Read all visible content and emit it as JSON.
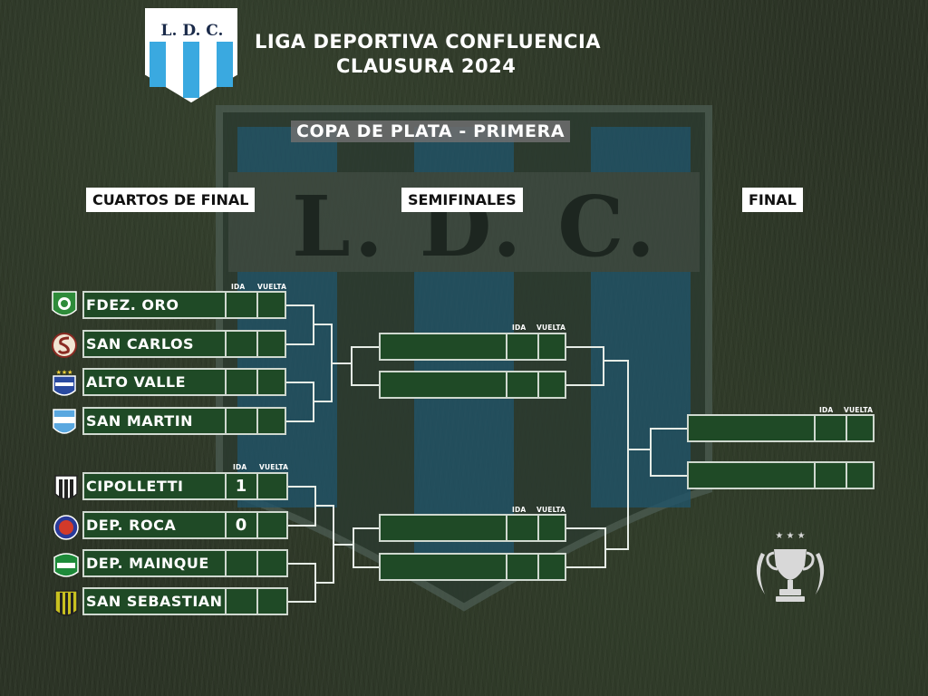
{
  "logo_text": "L. D. C.",
  "title": {
    "line1": "LIGA DEPORTIVA CONFLUENCIA",
    "line2": "CLAUSURA 2024"
  },
  "subtitle": "COPA DE PLATA - PRIMERA",
  "rounds": {
    "quarterfinals": "CUARTOS DE FINAL",
    "semifinals": "SEMIFINALES",
    "final": "FINAL"
  },
  "column_headers": {
    "ida": "IDA",
    "vuelta": "VUELTA"
  },
  "quarterfinals": [
    {
      "team": "FDEZ. ORO",
      "ida": "",
      "vuelta": "",
      "badge": "cfo-badge",
      "color": "#2e8b3a"
    },
    {
      "team": "SAN CARLOS",
      "ida": "",
      "vuelta": "",
      "badge": "san-carlos-badge",
      "color": "#8a2a22"
    },
    {
      "team": "ALTO VALLE",
      "ida": "",
      "vuelta": "",
      "badge": "alto-valle-badge",
      "color": "#2a4aa0"
    },
    {
      "team": "SAN MARTIN",
      "ida": "",
      "vuelta": "",
      "badge": "san-martin-badge",
      "color": "#5aa8e0"
    },
    {
      "team": "CIPOLLETTI",
      "ida": "1",
      "vuelta": "",
      "badge": "cipolletti-badge",
      "color": "#e8e8e8"
    },
    {
      "team": "DEP. ROCA",
      "ida": "0",
      "vuelta": "",
      "badge": "dep-roca-badge",
      "color": "#d23a2a"
    },
    {
      "team": "DEP. MAINQUE",
      "ida": "",
      "vuelta": "",
      "badge": "cdm-badge",
      "color": "#1e8a3a"
    },
    {
      "team": "SAN SEBASTIAN",
      "ida": "",
      "vuelta": "",
      "badge": "san-sebastian-badge",
      "color": "#c8c020"
    }
  ],
  "colors": {
    "row_fill": "#1f4a26",
    "row_border": "#cfd8cf",
    "shield_blue": "#3aa9e0"
  }
}
